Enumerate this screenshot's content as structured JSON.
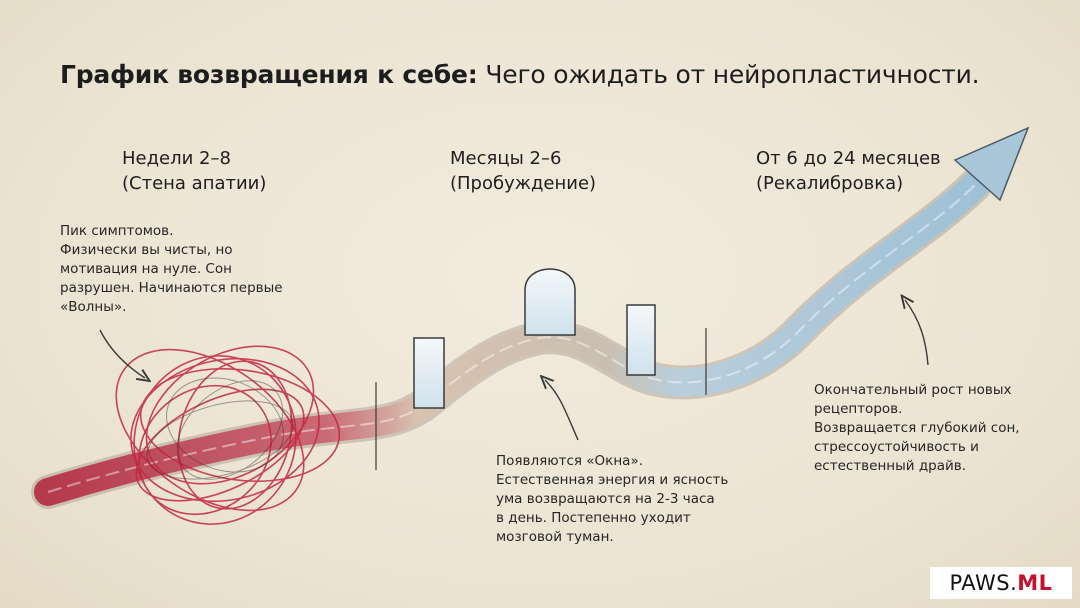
{
  "title": {
    "bold": "График возвращения к себе:",
    "regular": "Чего ожидать от нейропластичности."
  },
  "phases": [
    {
      "line1": "Недели 2–8",
      "line2": "(Стена апатии)"
    },
    {
      "line1": "Месяцы 2–6",
      "line2": "(Пробуждение)"
    },
    {
      "line1": "От 6 до 24 месяцев",
      "line2": "(Рекалибровка)"
    }
  ],
  "notes": [
    {
      "lines": [
        "Пик симптомов.",
        "Физически вы чисты, но",
        "мотивация на нуле. Сон",
        "разрушен. Начинаются первые",
        "«Волны»."
      ]
    },
    {
      "lines": [
        "Появляются «Окна».",
        "Естественная энергия и ясность",
        "ума возвращаются на 2-3 часа",
        "в день. Постепенно уходит",
        "мозговой туман."
      ]
    },
    {
      "lines": [
        "Окончательный рост новых",
        "рецепторов.",
        "Возвращается глубокий сон,",
        "стрессоустойчивость и",
        "естественный драйв."
      ]
    }
  ],
  "logo": {
    "part1": "PAWS.",
    "part2": "ML"
  },
  "colors": {
    "background": "#eee6d6",
    "tangle_red": "#c4273f",
    "band_blue": "#a9c7d9",
    "window_light": "#e9f2f6",
    "ink": "#2a2a2a",
    "logo_accent": "#c8102e"
  }
}
